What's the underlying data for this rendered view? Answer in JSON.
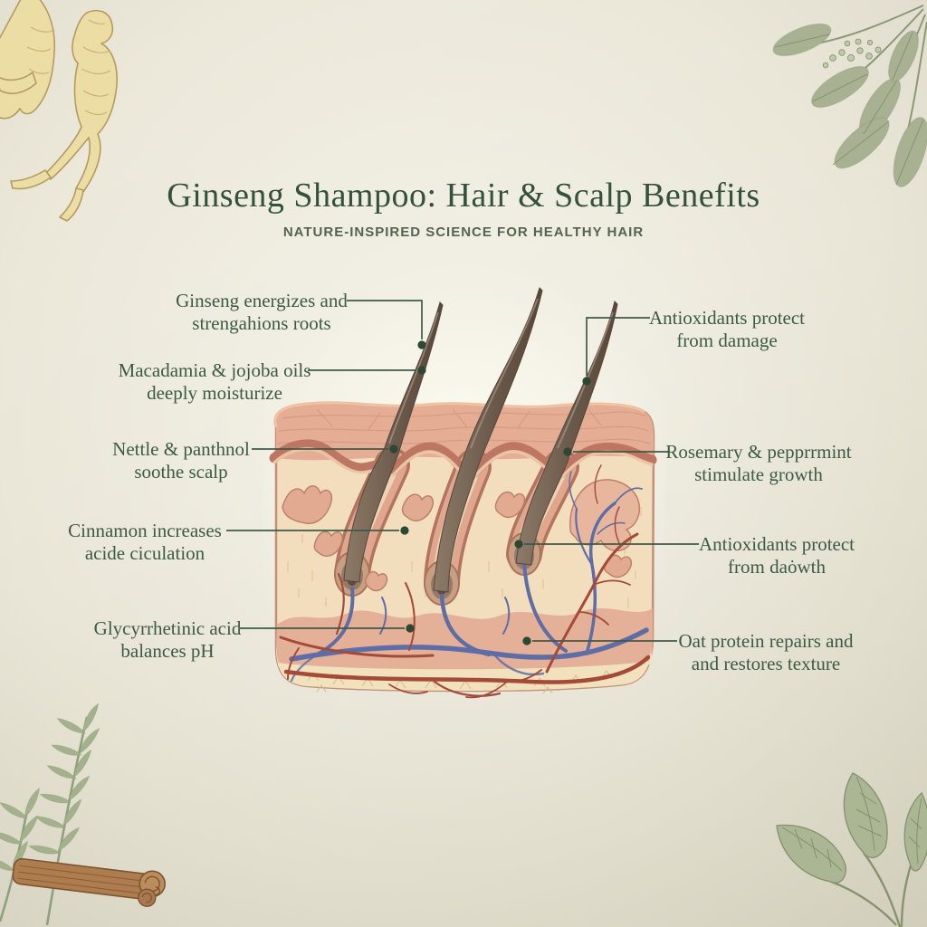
{
  "header": {
    "title": "Ginseng Shampoo: Hair & Scalp Benefits",
    "subtitle": "NATURE-INSPIRED SCIENCE FOR HEALTHY HAIR"
  },
  "callouts": {
    "left": [
      {
        "line1": "Ginseng energizes and",
        "line2": "strengahions roots"
      },
      {
        "line1": "Macadamia & jojoba oils",
        "line2": "deeply moisturize"
      },
      {
        "line1": "Nettle & panthnol",
        "line2": "soothe scalp"
      },
      {
        "line1": "Cinnamon increases",
        "line2": "acide ciculation"
      },
      {
        "line1": "Glycyrrhetinic acid",
        "line2": "balances pH"
      }
    ],
    "right": [
      {
        "line1": "Antioxidants protect",
        "line2": "from damage"
      },
      {
        "line1": "Rosemary & pepprrmint",
        "line2": "stimulate growth"
      },
      {
        "line1": "Antioxidants protect",
        "line2": "from daȯwth"
      },
      {
        "line1": "Oat protein repairs and",
        "line2": "and restores texture"
      }
    ]
  },
  "illustration": {
    "type": "skin-cross-section",
    "elements": [
      "hair-shafts",
      "hair-follicles",
      "epidermis-band",
      "dermis",
      "arteries",
      "veins",
      "subcutaneous-layer"
    ]
  },
  "decorations": {
    "top_left": "ginseng-roots-illustration",
    "top_right": "sage-branch-illustration",
    "bottom_left": "rosemary-sprig-and-cinnamon-stick-illustration",
    "bottom_right": "mint-leaves-illustration"
  },
  "colors": {
    "background": "#e9e6d8",
    "title_green": "#33513b",
    "label_green": "#3d5a43",
    "leader_line": "#3f5a46",
    "skin_surface": "#e6ad95",
    "epidermis_band": "#bc7662",
    "dermis_cream": "#f2ddbd",
    "artery_red": "#a34a39",
    "vein_blue": "#5f6da6",
    "hair_brown": "#6e5d4e"
  }
}
